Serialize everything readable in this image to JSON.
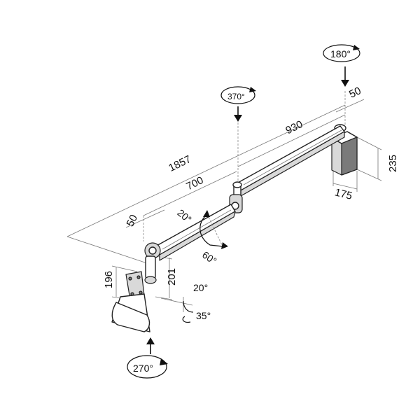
{
  "dimensions": {
    "total_length": "1857",
    "outer_arm": "930",
    "inner_arm": "700",
    "arm_offset": "50",
    "wall_offset": "50",
    "plate_height": "235",
    "plate_depth": "175",
    "head_height": "196",
    "column_height": "201"
  },
  "angles": {
    "top_rotation": "180°",
    "middle_rotation": "370°",
    "bottom_rotation": "270°",
    "tilt_up": "20°",
    "tilt_down": "60°",
    "head_tilt": "20°",
    "head_pan": "35°"
  }
}
